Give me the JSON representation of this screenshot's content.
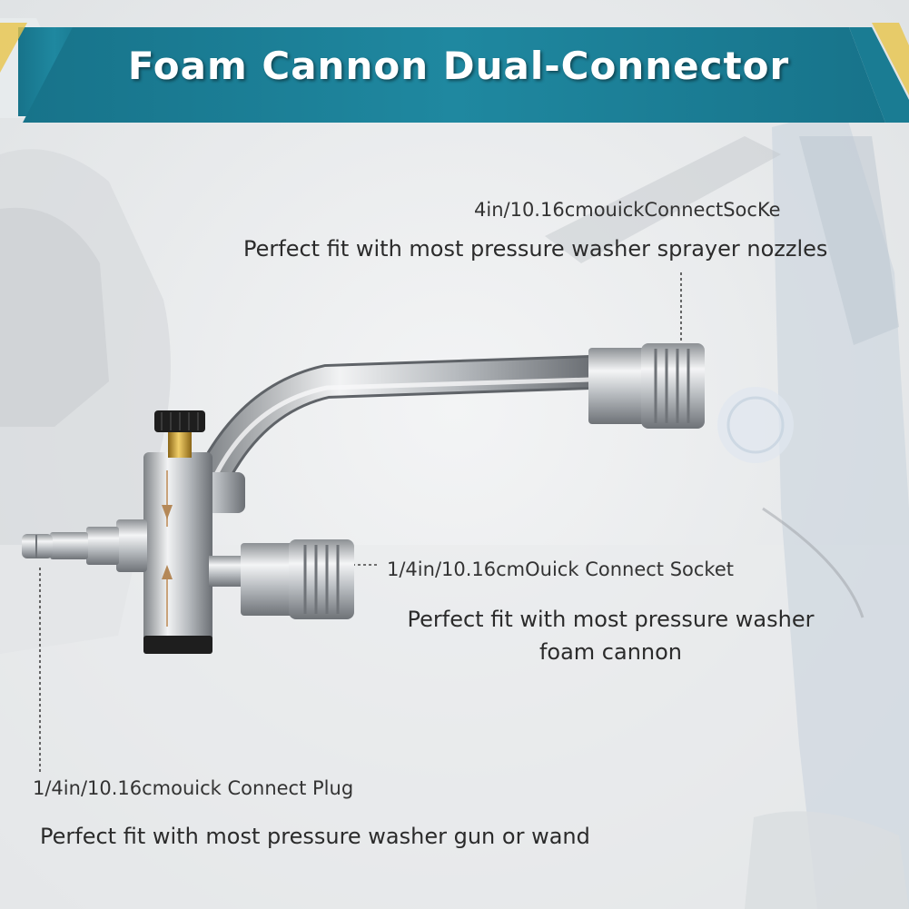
{
  "banner": {
    "title": "Foam Cannon Dual-Connector",
    "color": "#1d7f95"
  },
  "callouts": {
    "top_spec": "4in/10.16cmouickConnectSocKe",
    "top_desc": "Perfect fit with most pressure washer sprayer nozzles",
    "middle_spec": "1/4in/10.16cmOuick Connect Socket",
    "middle_desc_line1": "Perfect fit with most pressure washer",
    "middle_desc_line2": "foam cannon",
    "bottom_spec": "1/4in/10.16cmouick Connect Plug",
    "bottom_desc": "Perfect fit with most pressure washer gun or wand"
  },
  "colors": {
    "background": "#eef0f1",
    "metal": "#c9cccf",
    "brass": "#c9a036",
    "knob": "#1e1e1e"
  }
}
